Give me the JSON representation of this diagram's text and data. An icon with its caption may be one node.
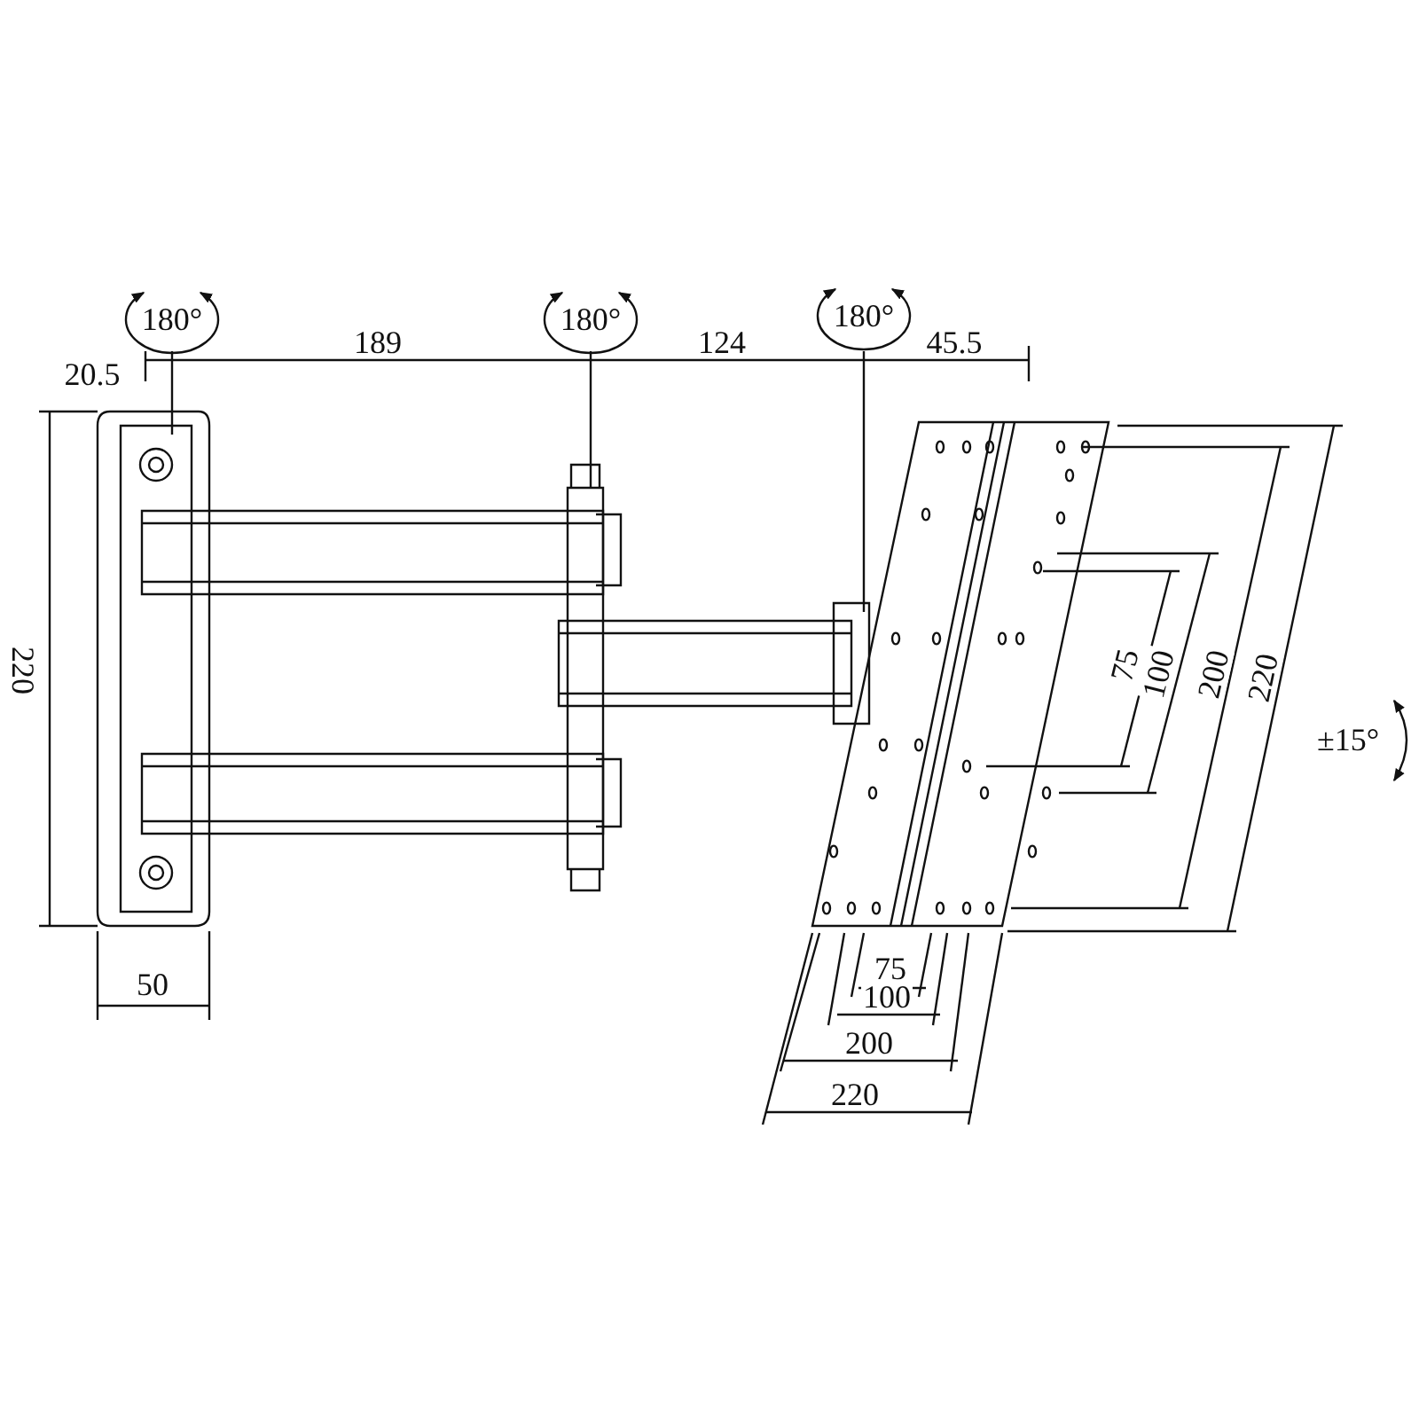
{
  "diagram": {
    "labels": [
      "180°",
      "180°",
      "180°",
      "20.5",
      "189",
      "124",
      "45.5",
      "220",
      "75",
      "100",
      "200",
      "220",
      "±15°",
      "50",
      "75",
      "100",
      "200",
      "220"
    ]
  }
}
